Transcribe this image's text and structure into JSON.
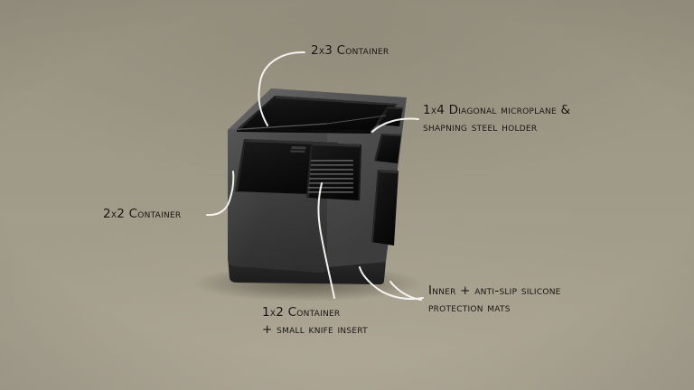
{
  "scene": {
    "background_color": "#9f9988",
    "leader_line_color": "#f4f2ec",
    "label_text_color": "#15130f",
    "product_body_color": "#3b3b3b",
    "product_cavity_color": "#0d0d0d"
  },
  "product": {
    "name": "modular-drawer-organizer",
    "compartments": [
      {
        "id": "c-2x3",
        "name": "2x3 Container"
      },
      {
        "id": "c-2x2",
        "name": "2x2 Container"
      },
      {
        "id": "c-1x2",
        "name": "1x2 Container + small knife insert"
      },
      {
        "id": "c-1x4-top",
        "name": "1x4 Diagonal microplane & shapning steel holder"
      },
      {
        "id": "c-1x4-mid",
        "name": "1x4 Diagonal microplane & shapning steel holder"
      },
      {
        "id": "c-1x4-bottom",
        "name": "1x4 Diagonal microplane & shapning steel holder"
      }
    ]
  },
  "annotations": [
    {
      "id": "ann-2x3",
      "target": "c-2x3",
      "lines": [
        "2x3 Container"
      ]
    },
    {
      "id": "ann-microplane",
      "target": "c-1x4-mid",
      "lines": [
        "1x4 Diagonal microplane &",
        "shapning steel holder"
      ]
    },
    {
      "id": "ann-2x2",
      "target": "c-2x2",
      "lines": [
        "2x2 Container"
      ]
    },
    {
      "id": "ann-1x2",
      "target": "c-1x2",
      "lines": [
        "1x2 Container",
        "+ small knife insert"
      ]
    },
    {
      "id": "ann-mats",
      "target": "product-body",
      "lines": [
        "Inner + anti-slip silicone",
        "protection mats"
      ]
    }
  ]
}
